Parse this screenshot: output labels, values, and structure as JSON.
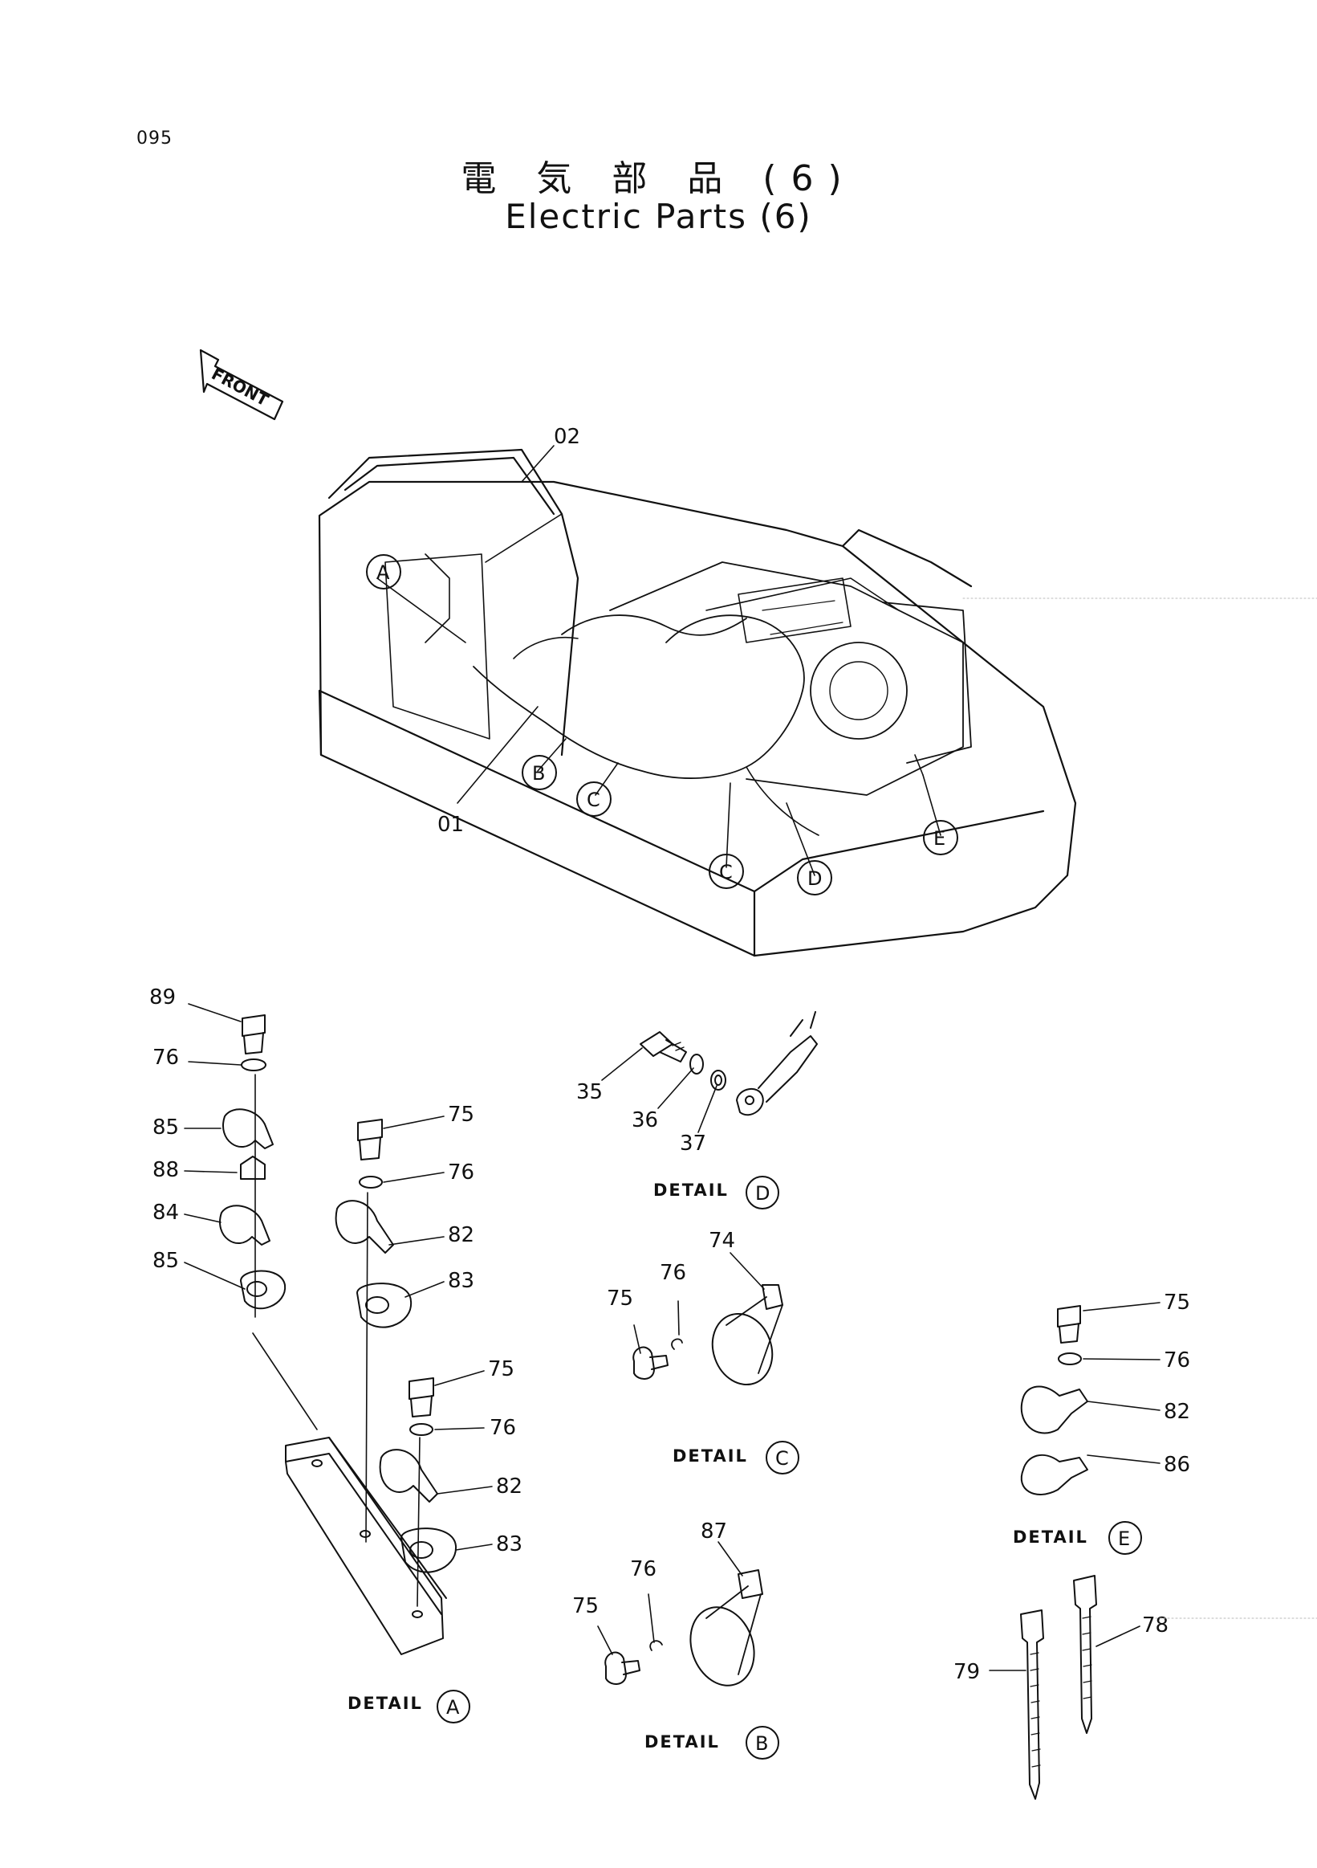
{
  "page_number": "095",
  "title_japanese": "電 気 部 品 (6)",
  "title_english": "Electric Parts (6)",
  "front_arrow": "FRONT",
  "main_assembly": {
    "labels": [
      "02",
      "01"
    ],
    "detail_markers": [
      "A",
      "B",
      "C",
      "C",
      "D",
      "E"
    ]
  },
  "details": {
    "A": {
      "caption": "DETAIL",
      "letter": "A",
      "parts": [
        "89",
        "76",
        "85",
        "88",
        "84",
        "85",
        "75",
        "76",
        "82",
        "83",
        "75",
        "76",
        "82",
        "83"
      ]
    },
    "B": {
      "caption": "DETAIL",
      "letter": "B",
      "parts": [
        "87",
        "76",
        "75"
      ]
    },
    "C": {
      "caption": "DETAIL",
      "letter": "C",
      "parts": [
        "74",
        "76",
        "75"
      ]
    },
    "D": {
      "caption": "DETAIL",
      "letter": "D",
      "parts": [
        "35",
        "36",
        "37"
      ]
    },
    "E": {
      "caption": "DETAIL",
      "letter": "E",
      "parts": [
        "75",
        "76",
        "82",
        "86"
      ]
    }
  },
  "cable_ties": [
    "79",
    "78"
  ]
}
